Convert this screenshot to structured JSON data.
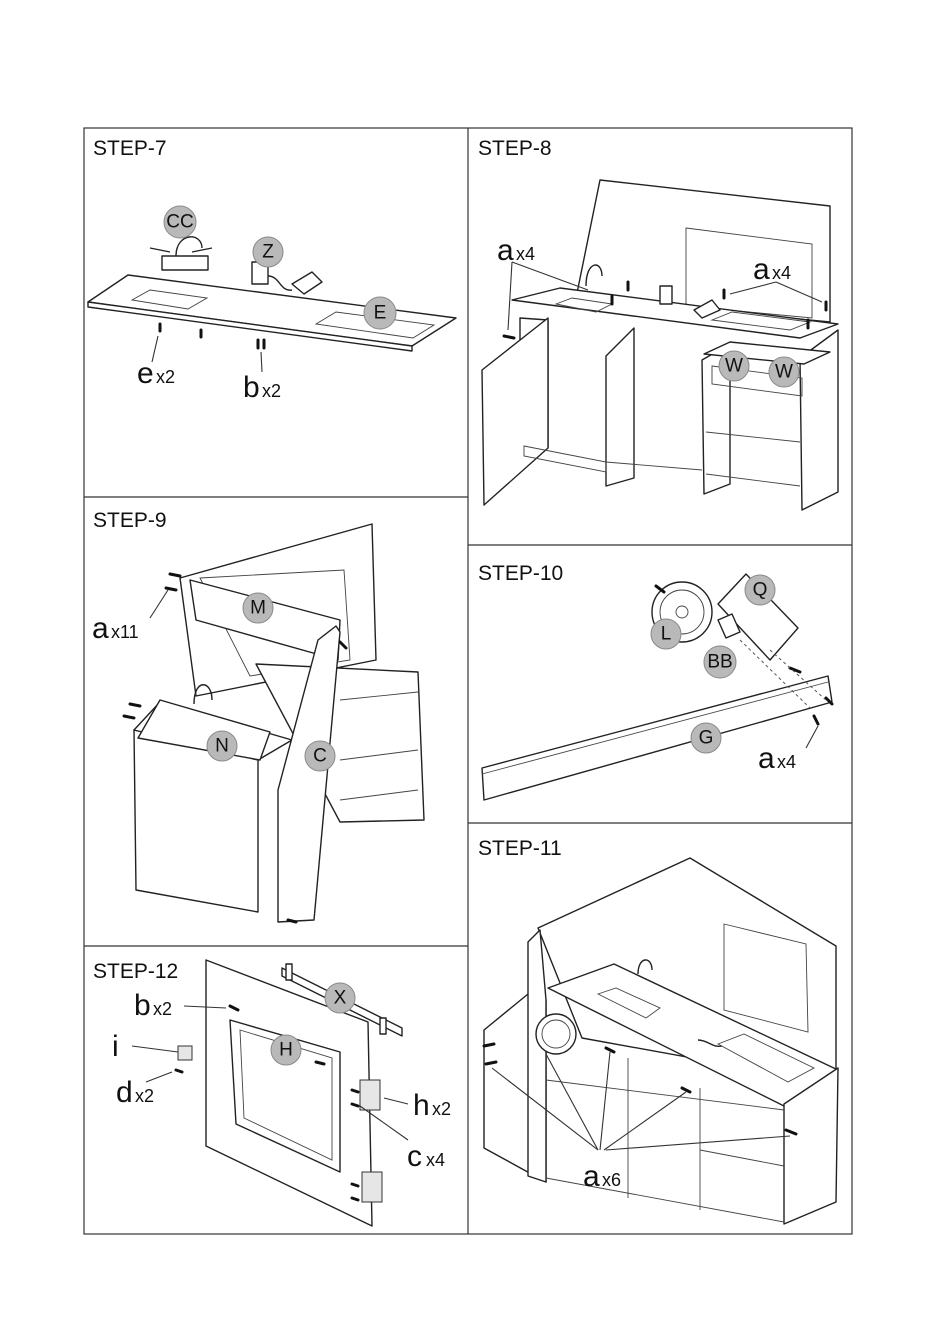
{
  "steps": [
    {
      "id": "step7",
      "title": "STEP-7",
      "badges": [
        "CC",
        "Z",
        "E"
      ],
      "quantities": [
        {
          "letter": "e",
          "count": "x2"
        },
        {
          "letter": "b",
          "count": "x2"
        }
      ]
    },
    {
      "id": "step8",
      "title": "STEP-8",
      "badges": [
        "W",
        "W"
      ],
      "quantities": [
        {
          "letter": "a",
          "count": "x4"
        },
        {
          "letter": "a",
          "count": "x4"
        }
      ]
    },
    {
      "id": "step9",
      "title": "STEP-9",
      "badges": [
        "M",
        "N",
        "C"
      ],
      "quantities": [
        {
          "letter": "a",
          "count": "x11"
        }
      ]
    },
    {
      "id": "step10",
      "title": "STEP-10",
      "badges": [
        "Q",
        "L",
        "BB",
        "G"
      ],
      "quantities": [
        {
          "letter": "a",
          "count": "x4"
        }
      ]
    },
    {
      "id": "step11",
      "title": "STEP-11",
      "badges": [],
      "quantities": [
        {
          "letter": "a",
          "count": "x6"
        }
      ]
    },
    {
      "id": "step12",
      "title": "STEP-12",
      "badges": [
        "X",
        "H"
      ],
      "quantities": [
        {
          "letter": "b",
          "count": "x2"
        },
        {
          "letter": "i",
          "count": ""
        },
        {
          "letter": "d",
          "count": "x2"
        },
        {
          "letter": "h",
          "count": "x2"
        },
        {
          "letter": "c",
          "count": "x4"
        }
      ]
    }
  ]
}
